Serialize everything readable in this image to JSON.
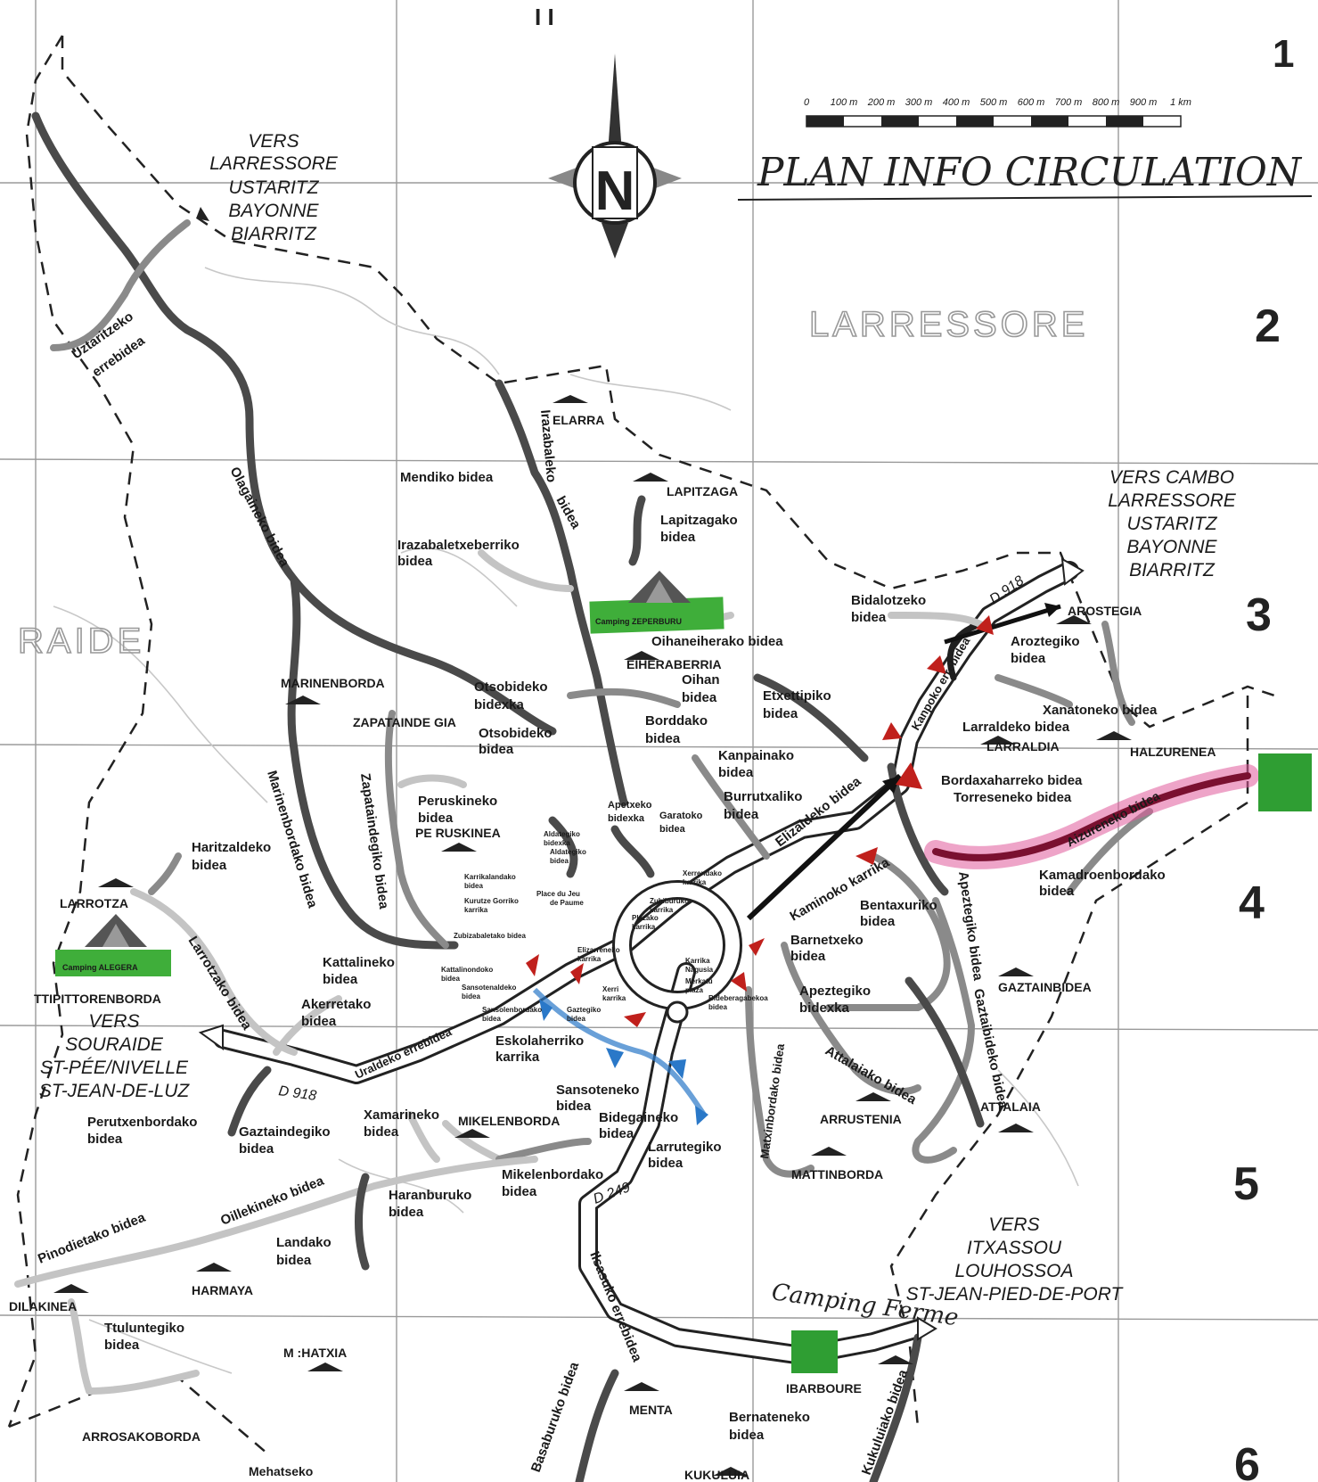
{
  "title": "PLAN INFO CIRCULATION",
  "top_marks": "I I",
  "scale": {
    "ticks": [
      "0",
      "100 m",
      "200 m",
      "300 m",
      "400 m",
      "500 m",
      "600 m",
      "700 m",
      "800 m",
      "900 m",
      "1 km"
    ]
  },
  "compass": "N",
  "grid_numbers": [
    "1",
    "2",
    "3",
    "4",
    "5",
    "6"
  ],
  "area_names": {
    "larressore": "LARRESSORE",
    "souraide": "RAIDE"
  },
  "directions": {
    "nw": [
      "VERS",
      "LARRESSORE",
      "USTARITZ",
      "BAYONNE",
      "BIARRITZ"
    ],
    "ne": [
      "VERS CAMBO",
      "LARRESSORE",
      "USTARITZ",
      "BAYONNE",
      "BIARRITZ"
    ],
    "w": [
      "VERS",
      "SOURAIDE",
      "ST-PÉE/NIVELLE",
      "ST-JEAN-DE-LUZ"
    ],
    "se": [
      "VERS",
      "ITXASSOU",
      "LOUHOSSOA",
      "ST-JEAN-PIED-DE-PORT"
    ]
  },
  "road_numbers": {
    "d918_west": "D 918",
    "d918_east": "D 918",
    "d249": "D 249"
  },
  "camping": {
    "north_sign": "Camping ZEPERBURU",
    "west_sign": "Camping ALEGERA",
    "handwritten": "Camping Ferme"
  },
  "places": {
    "elarra": "ELARRA",
    "lapitzaga": "LAPITZAGA",
    "eiheraberria": "EIHERABERRIA",
    "marinenborda": "MARINENBORDA",
    "zapataindegia": "ZAPATAINDE GIA",
    "peruskinea": "PE RUSKINEA",
    "arostegia": "AROSTEGIA",
    "larraldia": "LARRALDIA",
    "halzurenea": "HALZURENEA",
    "larrotza": "LARROTZA",
    "ttipittorenborda": "TTIPITTORENBORDA",
    "gaztainbidea": "GAZTAINBIDEA",
    "arrustenia": "ARRUSTENIA",
    "attalaia": "ATTALAIA",
    "mattinborda": "MATTINBORDA",
    "mikelenborda": "MIKELENBORDA",
    "harmaya": "HARMAYA",
    "dilakinea": "DILAKINEA",
    "mehatxia": "M :HATXIA",
    "arrosakoborda": "ARROSAKOBORDA",
    "mehatseko": "Mehatseko",
    "menta": "MENTA",
    "ibarboure": "IBARBOURE",
    "kukulia": "KUKULUIA"
  },
  "streets": {
    "uztaritzeko1": "Uztaritzeko",
    "uztaritzeko2": "errebidea",
    "olagaineko": "Olagaineko bidea",
    "irazabaleko": "Irazabaleko",
    "irazabaleko2": "bidea",
    "mendiko": "Mendiko bidea",
    "irazabaletxeberriko1": "Irazabaletxeberriko",
    "irazabaletxeberriko2": "bidea",
    "lapitzagako1": "Lapitzagako",
    "lapitzagako2": "bidea",
    "bidalotzeko1": "Bidalotzeko",
    "bidalotzeko2": "bidea",
    "oihaneiherako": "Oihaneiherako bidea",
    "aroztegiko1": "Aroztegiko",
    "aroztegiko2": "bidea",
    "kanpoko": "Kanpoko errebidea",
    "xanatoneko": "Xanatoneko bidea",
    "larraldeko": "Larraldeko bidea",
    "oihan1": "Oihan",
    "oihan2": "bidea",
    "otsobideko1": "Otsobideko",
    "otsobideko2": "bidexka",
    "otsobideko3": "Otsobideko",
    "otsobideko4": "bidea",
    "borddako1": "Borddako",
    "borddako2": "bidea",
    "etxettipiko1": "Etxettipiko",
    "etxettipiko2": "bidea",
    "kanpainako1": "Kanpainako",
    "kanpainako2": "bidea",
    "marinenbordako": "Marinenbordako bidea",
    "zapataindegiko": "Zapataindegiko bidea",
    "peruskineko1": "Peruskineko",
    "peruskineko2": "bidea",
    "bordaxaharreko": "Bordaxaharreko bidea",
    "torreseneko": "Torreseneko bidea",
    "burrutxaliko1": "Burrutxaliko",
    "burrutxaliko2": "bidea",
    "apetxeko1": "Apetxeko",
    "apetxeko2": "bidexka",
    "garatoko1": "Garatoko",
    "garatoko2": "bidea",
    "elizaldeko": "Elizaldeko bidea",
    "aizureneko": "Aizureneko bidea",
    "kamadroenbordako1": "Kamadroenbordako",
    "kamadroenbordako2": "bidea",
    "kaminoko": "Kaminoko karrika",
    "bentaxuriko1": "Bentaxuriko",
    "bentaxuriko2": "bidea",
    "apezteigiko": "Apeztegiko bidea",
    "haritzaldeko1": "Haritzaldeko",
    "haritzaldeko2": "bidea",
    "larrotzako": "Larrotzako bidea",
    "kattalineko1": "Kattalineko",
    "kattalineko2": "bidea",
    "akerretako1": "Akerretako",
    "akerretako2": "bidea",
    "barnetxeko1": "Barnetxeko",
    "barnetxeko2": "bidea",
    "apeztegiko1": "Apeztegiko",
    "apeztegiko2": "bidexka",
    "uraldeko": "Uraldeko errebidea",
    "eskolaherriko1": "Eskolaherriko",
    "eskolaherriko2": "karrika",
    "attalaiako": "Attalaiako bidea",
    "gaztaibideko": "Gaztaibideko bidea",
    "matxinbordako": "Matxinbordako bidea",
    "sansoteneko1": "Sansoteneko",
    "sansoteneko2": "bidea",
    "bidegaineko1": "Bidegaineko",
    "bidegaineko2": "bidea",
    "larrutegiko1": "Larrutegiko",
    "larrutegiko2": "bidea",
    "perutxenbordako1": "Perutxenbordako",
    "perutxenbordako2": "bidea",
    "gaztaindegiko1": "Gaztaindegiko",
    "gaztaindegiko2": "bidea",
    "xamarineko1": "Xamarineko",
    "xamarineko2": "bidea",
    "mikelenbordako1": "Mikelenbordako",
    "mikelenbordako2": "bidea",
    "haranburuko1": "Haranburuko",
    "haranburuko2": "bidea",
    "oillekineko": "Oillekineko bidea",
    "pinodietako": "Pinodietako bidea",
    "landako1": "Landako",
    "landako2": "bidea",
    "ttuluntegiko1": "Ttuluntegiko",
    "ttuluntegiko2": "bidea",
    "ilsasuko": "Ilsasuko errebidea",
    "basaburuko": "Basaburuko bidea",
    "bernateneko1": "Bernateneko",
    "bernateneko2": "bidea",
    "kukuluiako": "Kukuluiako bidea"
  },
  "village": {
    "aldategiko1": "Aldategiko",
    "aldategiko2": "bidexka",
    "aldategiko3": "Aldategiko",
    "aldategiko4": "bidea",
    "karrikalandako1": "Karrikalandako",
    "karrikalandako2": "bidea",
    "place1": "Place du Jeu",
    "place2": "de Paume",
    "kurutze1": "Kurutze Gorriko",
    "kurutze2": "karrika",
    "xerrendako1": "Xerrendako",
    "xerrendako2": "karrika",
    "zubiburuko1": "Zubiburuko",
    "zubiburuko2": "karrika",
    "plazako1": "Plazako",
    "plazako2": "karrika",
    "zubizabaletako": "Zubizabaletako bidea",
    "elizarreneko1": "Elizarreneko",
    "elizarreneko2": "karrika",
    "kattalinondoko1": "Kattalinondoko",
    "kattalinondoko2": "bidea",
    "sansotenaldeko1": "Sansotenaldeko",
    "sansotenaldeko2": "bidea",
    "karrika_nagusia1": "Karrika",
    "karrika_nagusia2": "Nagusia",
    "merkatu1": "Merkatu",
    "merkatu2": "plaza",
    "xerri1": "Xerri",
    "xerri2": "karrika",
    "bideberagabekoa1": "Bideberagabekoa",
    "bideberagabekoa2": "bidea",
    "sansolenborda1": "Sansolenbordako",
    "sansolenborda2": "bidea",
    "gaztegiko1": "Gaztegiko",
    "gaztegiko2": "bidea"
  },
  "colors": {
    "camping_green": "#3fae3a",
    "red_arrow": "#c0201c",
    "blue_arrow": "#2a78c8",
    "pink_highlight": "#e05a9a",
    "road_dark": "#4a4a4a",
    "road_mid": "#8a8a8a",
    "road_light": "#c4c4c4"
  }
}
